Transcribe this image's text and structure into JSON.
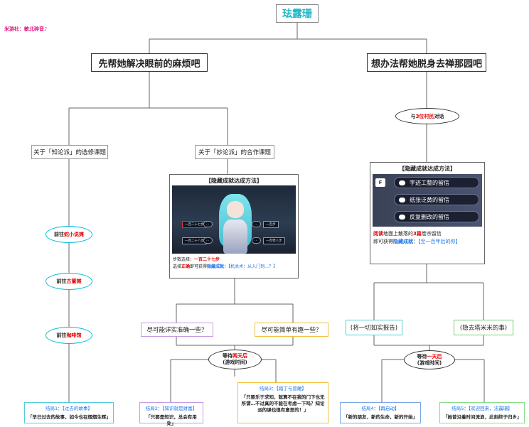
{
  "root": {
    "title": "珐露珊"
  },
  "credit": "米游社：敏北碎音♪",
  "branches": [
    {
      "label": "先帮她解决眼前的麻烦吧"
    },
    {
      "label": "想办法帮她脱身去禅那园吧"
    }
  ],
  "sub_branches": [
    {
      "label": "关于「知论派」的选修课题"
    },
    {
      "label": "关于「妙论派」的合作课题"
    }
  ],
  "left_path": [
    {
      "prefix": "前往",
      "place": "蛇小说摊"
    },
    {
      "prefix": "前往",
      "place": "古董摊"
    },
    {
      "prefix": "前往",
      "place": "咖啡馆"
    }
  ],
  "card_middle": {
    "head": "【隐藏成就达成方法】",
    "scene_left": [
      "一百二十七步",
      "一百二十八步"
    ],
    "scene_right": [
      "一百步",
      "一百零八步"
    ],
    "steps_prefix": "步数选择：",
    "steps_value": "一百二十七步",
    "line2_a": "选择",
    "line2_b": "正确",
    "line2_c": "即可获得",
    "line2_d": "隐藏成就",
    "line2_e": "：",
    "achievement": "【机关术：从入门到…？】"
  },
  "talk": {
    "prefix": "与",
    "hl": "3位村民",
    "suffix": "对话"
  },
  "card_right": {
    "head": "【隐藏成就达成方法】",
    "key": "F",
    "options": [
      "字迹工整的留信",
      "纸张泛黄的留信",
      "反复删改的留信"
    ],
    "l1_a": "阅读",
    "l1_b": "地面上散落的",
    "l1_c": "3篇",
    "l1_d": "卷宗留信",
    "l2_a": "即可获得",
    "l2_b": "隐藏成就",
    "l2_c": "：",
    "achievement": "【至一百年后的你】"
  },
  "choices_mid": [
    {
      "label": "尽可能详实准确一些？"
    },
    {
      "label": "尽可能简单有趣一些？"
    }
  ],
  "choices_right": [
    {
      "label": "(将一切如实报告)"
    },
    {
      "label": "(隐去塔米米的事)"
    }
  ],
  "wait_mid": {
    "a": "等待",
    "hl": "两天后",
    "b": "(游戏时间)"
  },
  "wait_right": {
    "a": "等待",
    "hl": "一天后",
    "b": "(游戏时间)"
  },
  "endings": [
    {
      "head": "结局1：【过去的故事】",
      "text": "「早已过去的故事，如今也在熠熠生辉」"
    },
    {
      "head": "结局2：【知识就是财富】",
      "text": "「只要是知识，总会有用处」"
    },
    {
      "head": "结局3：【踏丁与冒雕】",
      "text": "「只要乐于求知，就算不在我的门下也无所谓…不过真的不能在考虑一下吗？知论派的课也很有意思的！」"
    },
    {
      "head": "结局4：【再启动】",
      "text": "「新的朋友，新的生命，新的开始」"
    },
    {
      "head": "结局5：【欢迎回来，法露珊】",
      "text": "「她曾沿着时间流浪，此刻终于归乡」"
    }
  ],
  "colors": {
    "title": "#1bb5c8",
    "accent_red": "#e60000",
    "accent_blue": "#1a73e8",
    "oval_border": "#00bcd4",
    "choice_purple": "#c49be0",
    "choice_gold": "#f0c040",
    "choice_teal": "#5cc",
    "choice_green": "#7c7",
    "ending_teal": "#5cd",
    "ending_gold": "#f0c040",
    "ending_blue": "#7aa6e6",
    "ending_green": "#8d8",
    "ending_red": "#d33"
  }
}
